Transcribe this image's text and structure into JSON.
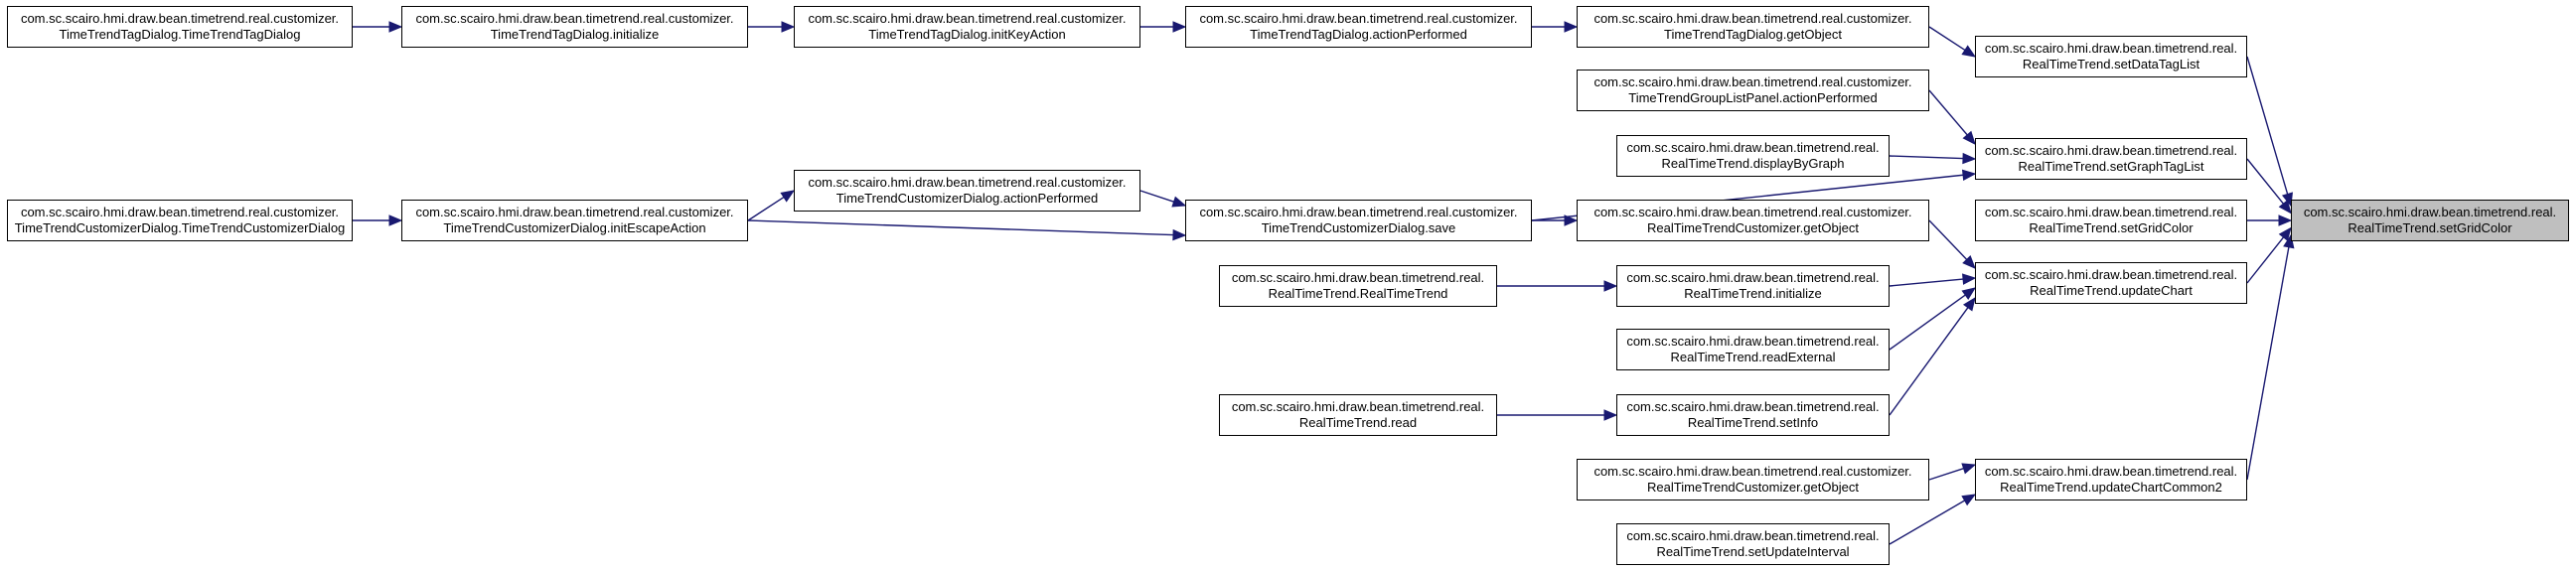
{
  "graph": {
    "edge_color": "#191970",
    "root_fill": "#bfbfbf",
    "nodes": [
      {
        "id": "root",
        "line1": "com.sc.scairo.hmi.draw.bean.timetrend.real.",
        "line2": "RealTimeTrend.setGridColor",
        "root": true
      },
      {
        "id": "setDataTagList",
        "line1": "com.sc.scairo.hmi.draw.bean.timetrend.real.",
        "line2": "RealTimeTrend.setDataTagList"
      },
      {
        "id": "setGraphTagList",
        "line1": "com.sc.scairo.hmi.draw.bean.timetrend.real.",
        "line2": "RealTimeTrend.setGraphTagList"
      },
      {
        "id": "rtSetGridColor",
        "line1": "com.sc.scairo.hmi.draw.bean.timetrend.real.",
        "line2": "RealTimeTrend.setGridColor"
      },
      {
        "id": "updateChart",
        "line1": "com.sc.scairo.hmi.draw.bean.timetrend.real.",
        "line2": "RealTimeTrend.updateChart"
      },
      {
        "id": "updateChartCommon2",
        "line1": "com.sc.scairo.hmi.draw.bean.timetrend.real.",
        "line2": "RealTimeTrend.updateChartCommon2"
      },
      {
        "id": "ttdGetObject",
        "line1": "com.sc.scairo.hmi.draw.bean.timetrend.real.customizer.",
        "line2": "TimeTrendTagDialog.getObject"
      },
      {
        "id": "ttglpAction",
        "line1": "com.sc.scairo.hmi.draw.bean.timetrend.real.customizer.",
        "line2": "TimeTrendGroupListPanel.actionPerformed"
      },
      {
        "id": "displayByGraph",
        "line1": "com.sc.scairo.hmi.draw.bean.timetrend.real.",
        "line2": "RealTimeTrend.displayByGraph"
      },
      {
        "id": "rtcGetObject1",
        "line1": "com.sc.scairo.hmi.draw.bean.timetrend.real.customizer.",
        "line2": "RealTimeTrendCustomizer.getObject"
      },
      {
        "id": "rtInitialize",
        "line1": "com.sc.scairo.hmi.draw.bean.timetrend.real.",
        "line2": "RealTimeTrend.initialize"
      },
      {
        "id": "readExternal",
        "line1": "com.sc.scairo.hmi.draw.bean.timetrend.real.",
        "line2": "RealTimeTrend.readExternal"
      },
      {
        "id": "setInfo",
        "line1": "com.sc.scairo.hmi.draw.bean.timetrend.real.",
        "line2": "RealTimeTrend.setInfo"
      },
      {
        "id": "rtcGetObject2",
        "line1": "com.sc.scairo.hmi.draw.bean.timetrend.real.customizer.",
        "line2": "RealTimeTrendCustomizer.getObject"
      },
      {
        "id": "setUpdateInterval",
        "line1": "com.sc.scairo.hmi.draw.bean.timetrend.real.",
        "line2": "RealTimeTrend.setUpdateInterval"
      },
      {
        "id": "ttdActionPerformed",
        "line1": "com.sc.scairo.hmi.draw.bean.timetrend.real.customizer.",
        "line2": "TimeTrendTagDialog.actionPerformed"
      },
      {
        "id": "tcdSave",
        "line1": "com.sc.scairo.hmi.draw.bean.timetrend.real.customizer.",
        "line2": "TimeTrendCustomizerDialog.save"
      },
      {
        "id": "rtConstructor",
        "line1": "com.sc.scairo.hmi.draw.bean.timetrend.real.",
        "line2": "RealTimeTrend.RealTimeTrend"
      },
      {
        "id": "rtRead",
        "line1": "com.sc.scairo.hmi.draw.bean.timetrend.real.",
        "line2": "RealTimeTrend.read"
      },
      {
        "id": "ttdInitKeyAction",
        "line1": "com.sc.scairo.hmi.draw.bean.timetrend.real.customizer.",
        "line2": "TimeTrendTagDialog.initKeyAction"
      },
      {
        "id": "tcdActionPerformed",
        "line1": "com.sc.scairo.hmi.draw.bean.timetrend.real.customizer.",
        "line2": "TimeTrendCustomizerDialog.actionPerformed"
      },
      {
        "id": "ttdInitialize",
        "line1": "com.sc.scairo.hmi.draw.bean.timetrend.real.customizer.",
        "line2": "TimeTrendTagDialog.initialize"
      },
      {
        "id": "tcdInitEscape",
        "line1": "com.sc.scairo.hmi.draw.bean.timetrend.real.customizer.",
        "line2": "TimeTrendCustomizerDialog.initEscapeAction"
      },
      {
        "id": "ttdConstructor",
        "line1": "com.sc.scairo.hmi.draw.bean.timetrend.real.customizer.",
        "line2": "TimeTrendTagDialog.TimeTrendTagDialog"
      },
      {
        "id": "tcdConstructor",
        "line1": "com.sc.scairo.hmi.draw.bean.timetrend.real.customizer.",
        "line2": "TimeTrendCustomizerDialog.TimeTrendCustomizerDialog"
      }
    ],
    "edges": [
      {
        "from": "setDataTagList",
        "to": "root"
      },
      {
        "from": "setGraphTagList",
        "to": "root"
      },
      {
        "from": "rtSetGridColor",
        "to": "root"
      },
      {
        "from": "updateChart",
        "to": "root"
      },
      {
        "from": "updateChartCommon2",
        "to": "root"
      },
      {
        "from": "ttdGetObject",
        "to": "setDataTagList"
      },
      {
        "from": "ttglpAction",
        "to": "setGraphTagList"
      },
      {
        "from": "displayByGraph",
        "to": "setGraphTagList"
      },
      {
        "from": "tcdSave",
        "to": "setGraphTagList"
      },
      {
        "from": "rtcGetObject1",
        "to": "updateChart"
      },
      {
        "from": "rtInitialize",
        "to": "updateChart"
      },
      {
        "from": "readExternal",
        "to": "updateChart"
      },
      {
        "from": "setInfo",
        "to": "updateChart"
      },
      {
        "from": "rtcGetObject2",
        "to": "updateChartCommon2"
      },
      {
        "from": "setUpdateInterval",
        "to": "updateChartCommon2"
      },
      {
        "from": "ttdActionPerformed",
        "to": "ttdGetObject"
      },
      {
        "from": "tcdSave",
        "to": "rtcGetObject1"
      },
      {
        "from": "rtConstructor",
        "to": "rtInitialize"
      },
      {
        "from": "rtRead",
        "to": "setInfo"
      },
      {
        "from": "ttdInitKeyAction",
        "to": "ttdActionPerformed"
      },
      {
        "from": "tcdActionPerformed",
        "to": "tcdSave"
      },
      {
        "from": "tcdInitEscape",
        "to": "tcdSave"
      },
      {
        "from": "ttdInitialize",
        "to": "ttdInitKeyAction"
      },
      {
        "from": "tcdInitEscape",
        "to": "tcdActionPerformed"
      },
      {
        "from": "ttdConstructor",
        "to": "ttdInitialize"
      },
      {
        "from": "tcdConstructor",
        "to": "tcdInitEscape"
      }
    ]
  }
}
